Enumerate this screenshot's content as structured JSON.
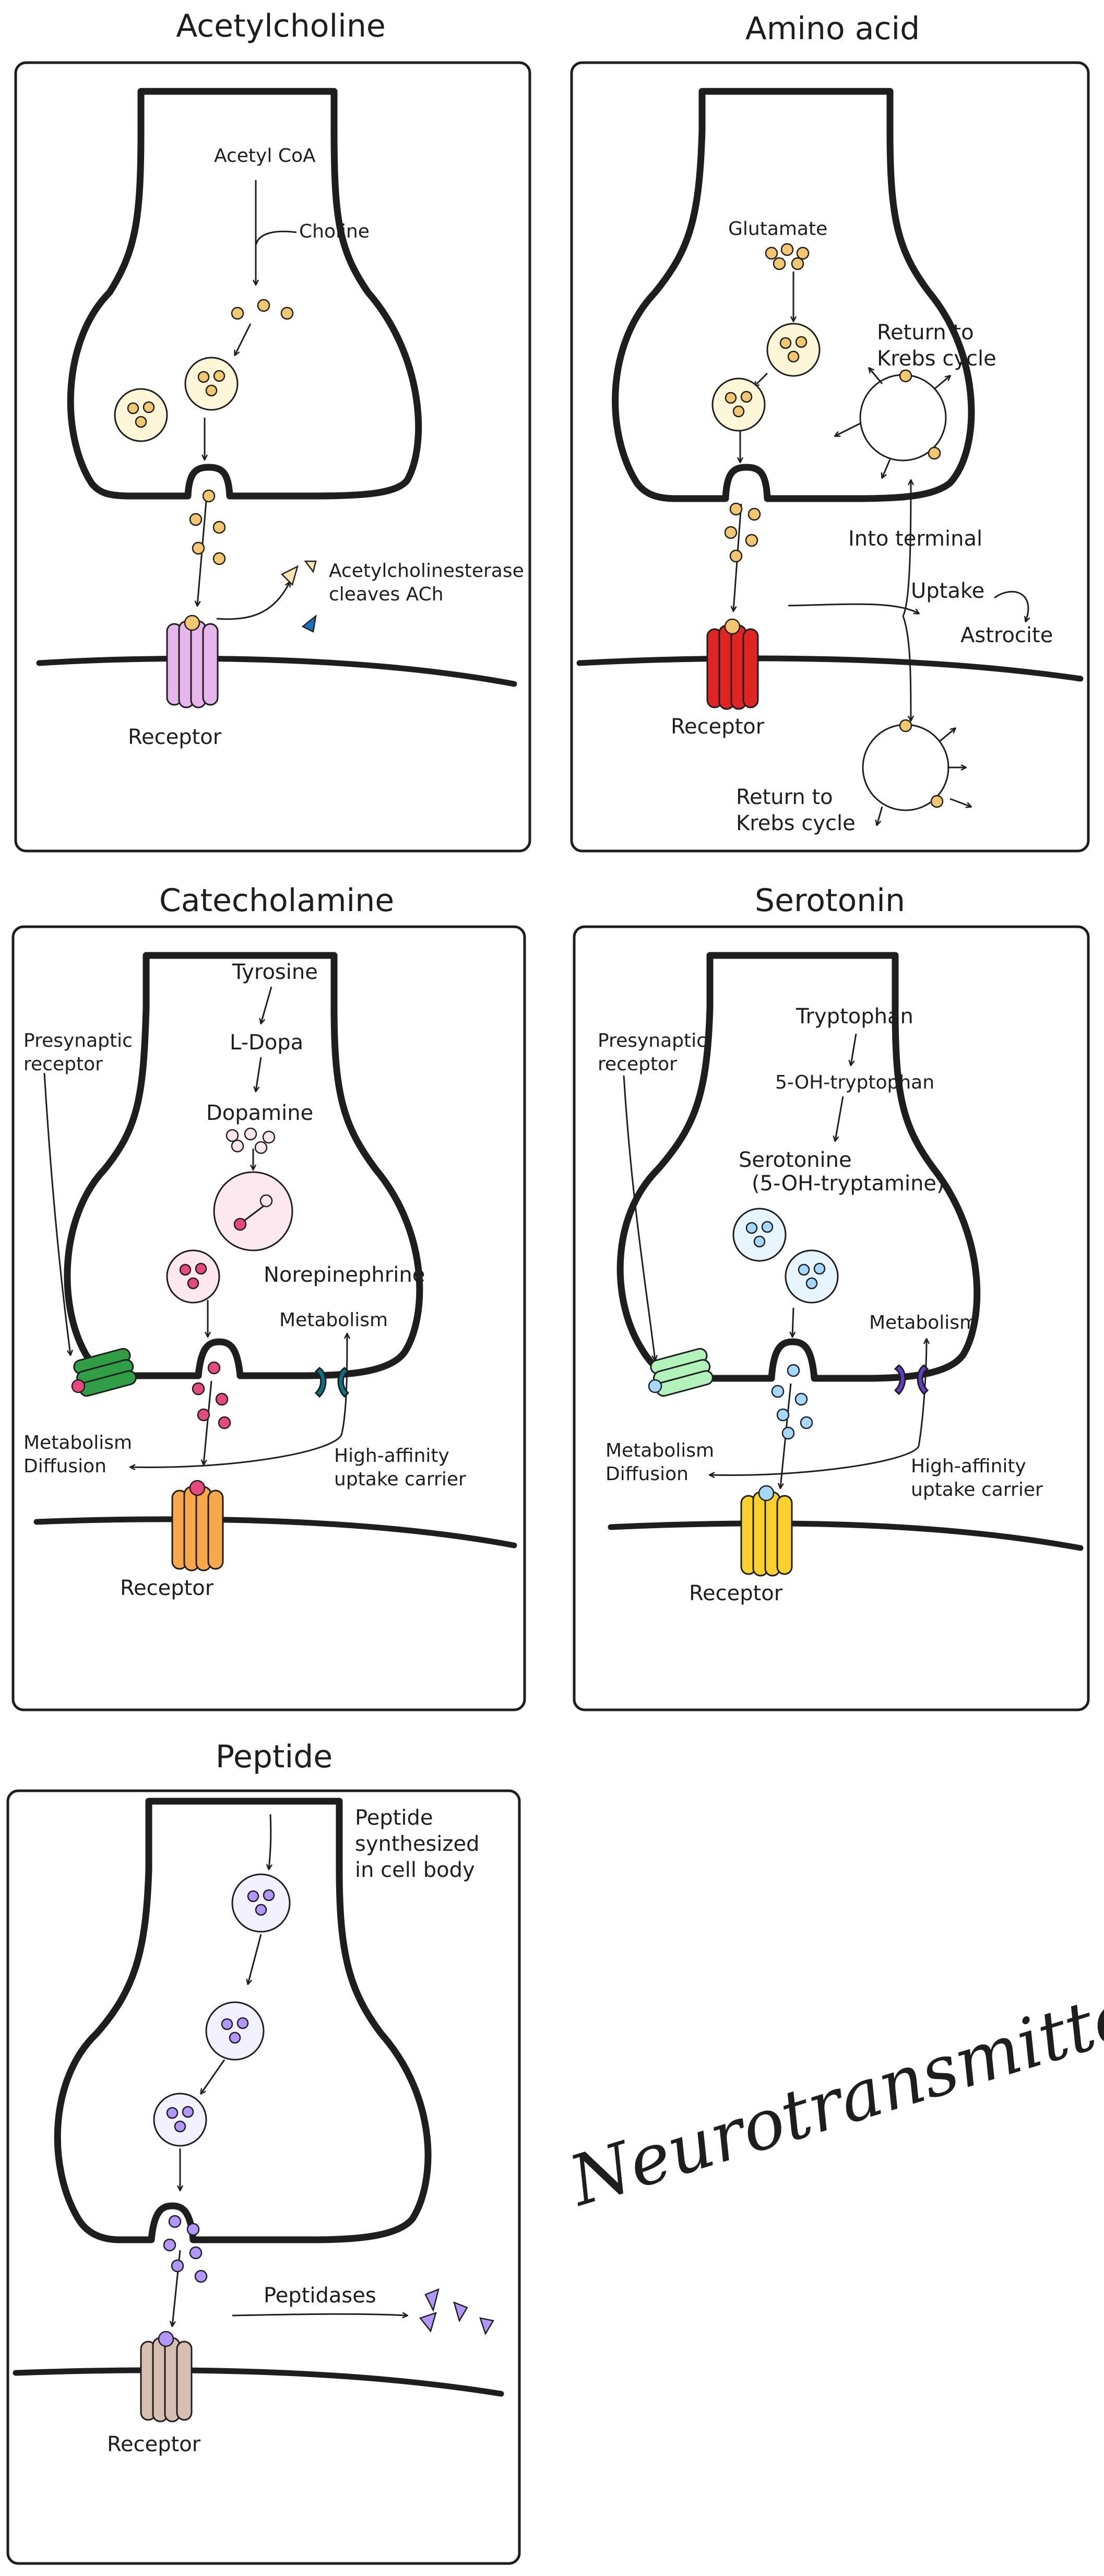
{
  "page_title": "Neurotransmitters",
  "panels": {
    "acetylcholine": {
      "title": "Acetylcholine",
      "labels": [
        "Acetyl CoA",
        "Choline",
        "Acetylcholinesterase",
        "cleaves ACh",
        "Receptor"
      ],
      "receptor_color": "#e7b6ec",
      "vesicle_fill": "#fdf6d9",
      "dot_color": "#f2c770"
    },
    "amino_acid": {
      "title": "Amino acid",
      "labels": [
        "Glutamate",
        "Return to",
        "Krebs cycle",
        "Into terminal",
        "Uptake",
        "Astrocite",
        "Receptor",
        "Return to",
        "Krebs cycle"
      ],
      "receptor_color": "#e02424",
      "vesicle_fill": "#fdf6d9",
      "dot_color": "#f2c770"
    },
    "catecholamine": {
      "title": "Catecholamine",
      "labels": [
        "Tyrosine",
        "L-Dopa",
        "Dopamine",
        "Norepinephrine",
        "Presynaptic",
        "receptor",
        "Metabolism",
        "Metabolism",
        "Diffusion",
        "High-affinity",
        "uptake carrier",
        "Receptor"
      ],
      "receptor_color": "#f6a84a",
      "presynaptic_color": "#2f9e44",
      "carrier_color": "#0b7285",
      "vesicle_fill": "#fde8ef",
      "dot_color": "#e64980"
    },
    "serotonin": {
      "title": "Serotonin",
      "labels": [
        "Tryptophan",
        "5-OH-tryptophan",
        "Serotonine",
        "(5-OH-tryptamine)",
        "Presynaptic",
        "receptor",
        "Metabolism",
        "Metabolism",
        "Diffusion",
        "High-affinity",
        "uptake carrier",
        "Receptor"
      ],
      "receptor_color": "#fad02c",
      "presynaptic_color": "#b2f2bb",
      "carrier_color": "#5f3dc4",
      "vesicle_fill": "#e7f5ff",
      "dot_color": "#a5d8ff"
    },
    "peptide": {
      "title": "Peptide",
      "labels": [
        "Peptide",
        "synthesized",
        "in cell body",
        "Peptidases",
        "Receptor"
      ],
      "receptor_color": "#d6bfb0",
      "vesicle_fill": "#f3f0ff",
      "dot_color": "#b197fc"
    }
  }
}
